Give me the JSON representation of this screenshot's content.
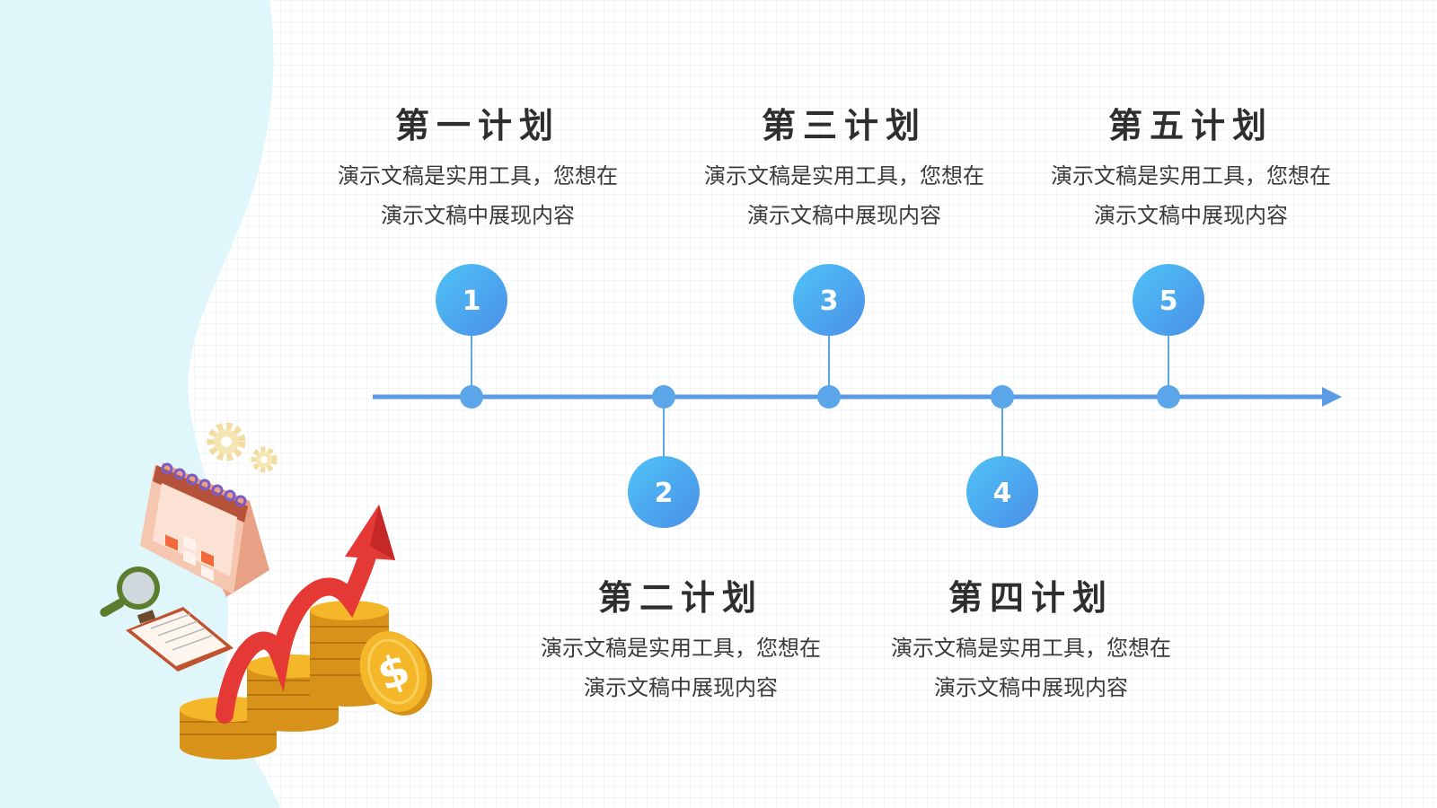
{
  "plans": [
    {
      "number": "1",
      "title": "第一计划",
      "line1": "演示文稿是实用工具，您想在",
      "line2": "演示文稿中展现内容"
    },
    {
      "number": "2",
      "title": "第二计划",
      "line1": "演示文稿是实用工具，您想在",
      "line2": "演示文稿中展现内容"
    },
    {
      "number": "3",
      "title": "第三计划",
      "line1": "演示文稿是实用工具，您想在",
      "line2": "演示文稿中展现内容"
    },
    {
      "number": "4",
      "title": "第四计划",
      "line1": "演示文稿是实用工具，您想在",
      "line2": "演示文稿中展现内容"
    },
    {
      "number": "5",
      "title": "第五计划",
      "line1": "演示文稿是实用工具，您想在",
      "line2": "演示文稿中展现内容"
    }
  ],
  "colors": {
    "timeline": "#5b9be6",
    "circle_start": "#4fc3f7",
    "circle_end": "#4a8fe7",
    "side_panel": "#dff6fb",
    "title_text": "#2e2e2e"
  },
  "icons": [
    "calendar-icon",
    "gear-icon",
    "magnifier-icon",
    "clipboard-icon",
    "coin-stack-icon",
    "dollar-coin-icon",
    "growth-arrow-icon"
  ]
}
